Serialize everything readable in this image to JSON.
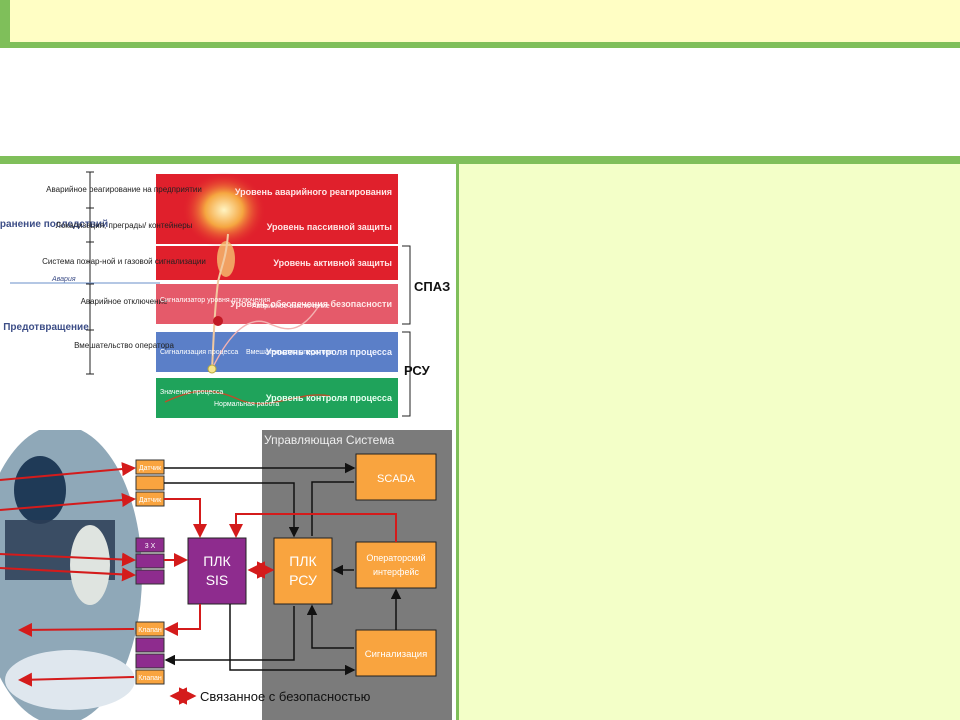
{
  "layers_diagram": {
    "left_groups": {
      "mitigation": "Устранение последствий",
      "accident": "Авария",
      "prevention": "Предотвращение"
    },
    "left_measures": {
      "emergency_response": "Аварийное реагирование на предприятии",
      "localization": "Локализация, преграды/ контейнеры",
      "fire_gas": "Система пожар-ной и газовой сигнализации",
      "emergency_shutdown": "Аварийное отключение",
      "operator_intervention": "Вмешательство оператора"
    },
    "levels": {
      "emergency": "Уровень аварийного реагирования",
      "passive": "Уровень пассивной защиты",
      "active": "Уровень активной защиты",
      "safety": "Уровень обеспечения безопасности",
      "process_control_1": "Уровень контроля процесса",
      "process_control_2": "Уровень контроля процесса"
    },
    "inner_labels": {
      "trip_alarm": "Сигнализатор уровня отключения",
      "emergency_trip": "Аварийное выключение",
      "process_alarm": "Сигнализация процесса",
      "operator_intervention": "Вмешательство оператора",
      "process_value": "Значение процесса",
      "normal_operation": "Нормальная работа"
    },
    "brackets": {
      "spaz": "СПАЗ",
      "rsu": "РСУ"
    },
    "colors": {
      "red": "#e0202c",
      "pink": "#e55a6a",
      "blue": "#5b7fc8",
      "green": "#1fa35b"
    }
  },
  "control_diagram": {
    "control_system_label": "Управляющая Система",
    "sensors": [
      "Датчик",
      "Датчик"
    ],
    "sensor_group_label": "3 X",
    "valves": [
      "Клапан",
      "Клапан"
    ],
    "plc_sis": [
      "ПЛК",
      "SIS"
    ],
    "plc_rsu": [
      "ПЛК",
      "РСУ"
    ],
    "scada": "SCADA",
    "operator_interface": [
      "Операторский",
      "интерфейс"
    ],
    "alarm": "Сигнализация",
    "legend": "Связанное с безопасностью",
    "colors": {
      "orange": "#f9a43f",
      "purple": "#8e2c8e",
      "gray": "#7b7b7b",
      "red": "#d41b1b"
    }
  }
}
